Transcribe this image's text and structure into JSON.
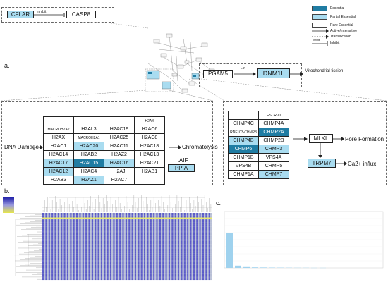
{
  "panels": {
    "a": "a.",
    "b": "b.",
    "c": "c."
  },
  "legend": {
    "essential": "Essential",
    "partial": "Partial Essential",
    "rare": "Rare Essential",
    "active": "Active/Interactive",
    "translocation": "Translocation",
    "inhibit": "Inhibit",
    "inhibit_small": "Inhibit"
  },
  "top_left": {
    "cflar": "CFLAR",
    "edge": "Inhibit",
    "casp8": "CASP8"
  },
  "mito": {
    "pgam5": "PGAM5",
    "dnm1l": "DNM1L",
    "edge": "-P",
    "fission": "Mitochondrial fission"
  },
  "histone": {
    "input": "DNA Damage",
    "output": "Chromatolysis",
    "rows": [
      [
        {
          "t": ""
        },
        {
          "t": ""
        },
        {
          "t": ""
        },
        {
          "t": "H2AX",
          "s": "small"
        }
      ],
      [
        {
          "t": "MACROH2A2",
          "s": "small"
        },
        {
          "t": "H2AL3"
        },
        {
          "t": "H2AC19"
        },
        {
          "t": "H2AC6"
        }
      ],
      [
        {
          "t": "H2AX"
        },
        {
          "t": "MACROH2A1",
          "s": "small"
        },
        {
          "t": "H2AC25"
        },
        {
          "t": "H2AC8"
        }
      ],
      [
        {
          "t": "H2AC1"
        },
        {
          "t": "H2AC20",
          "c": "part"
        },
        {
          "t": "H2AC11"
        },
        {
          "t": "H2AC18"
        }
      ],
      [
        {
          "t": "H2AC14"
        },
        {
          "t": "H2AB2"
        },
        {
          "t": "H2AZ2"
        },
        {
          "t": "H2AC13"
        }
      ],
      [
        {
          "t": "H2AC17",
          "c": "part"
        },
        {
          "t": "H2AC15",
          "c": "ess"
        },
        {
          "t": "H2AC16",
          "c": "part"
        },
        {
          "t": "H2AC21"
        }
      ],
      [
        {
          "t": "H2AC12",
          "c": "part"
        },
        {
          "t": "H2AC4"
        },
        {
          "t": "H2AJ"
        },
        {
          "t": "H2AB1"
        }
      ],
      [
        {
          "t": "H2AB3"
        },
        {
          "t": "H2AZ1",
          "c": "part"
        },
        {
          "t": "H2AC7"
        },
        {
          "t": ""
        }
      ]
    ],
    "taif": "tAIF",
    "ppia": "PPIA"
  },
  "escrt": {
    "header": "ESCR-III",
    "rows": [
      [
        {
          "t": "CHMP4C"
        },
        {
          "t": "CHMP4A"
        }
      ],
      [
        {
          "t": "RNF103-CHMP3",
          "s": "small"
        },
        {
          "t": "CHMP2A",
          "c": "ess"
        }
      ],
      [
        {
          "t": "CHMP4B",
          "c": "part"
        },
        {
          "t": "CHMP2B"
        }
      ],
      [
        {
          "t": "CHMP6",
          "c": "ess"
        },
        {
          "t": "CHMP3",
          "c": "part"
        }
      ],
      [
        {
          "t": "CHMP1B"
        },
        {
          "t": "VPS4A"
        }
      ],
      [
        {
          "t": "VPS4B"
        },
        {
          "t": "CHMP5"
        }
      ],
      [
        {
          "t": "CHMP1A"
        },
        {
          "t": "CHMP7",
          "c": "part"
        }
      ]
    ],
    "mlkl": "MLKL",
    "pore": "Pore Formation",
    "trpm7": "TRPM7",
    "ca": "Ca2+ influx"
  },
  "heatmap": {
    "n_cols": 110,
    "n_rows": 58,
    "highlight_row": 4
  },
  "chart_data": {
    "type": "bar",
    "title": "",
    "values": [
      0.62,
      0.04,
      0.015,
      0.01,
      0.008,
      0.006,
      0.005,
      0.004,
      0.003,
      0.003,
      0.002,
      0.002
    ],
    "ylim": [
      0,
      1
    ],
    "bar_color": "#9fd2ee"
  },
  "colors": {
    "essential": "#1f7ca3",
    "partial": "#a9dcf0",
    "heat_a": "#5b5bc7",
    "heat_b": "#b9c0d6",
    "heat_hi": "#e8e86a"
  }
}
